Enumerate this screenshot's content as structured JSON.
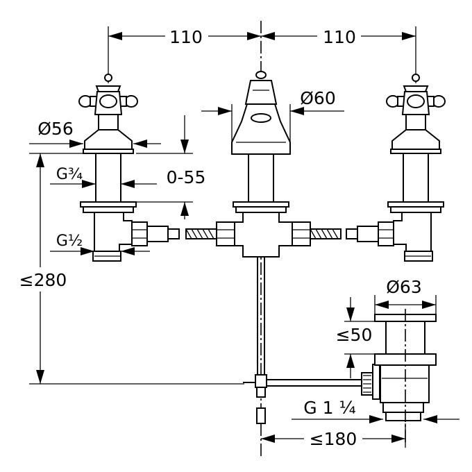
{
  "dimensions": {
    "left_spacing": "110",
    "right_spacing": "110",
    "spout_diameter": "Ø60",
    "handle_diameter": "Ø56",
    "thread_upper": "G¾",
    "adjust_range": "0-55",
    "thread_lower": "G½",
    "max_height": "≤280",
    "waste_diameter": "Ø63",
    "waste_height": "≤50",
    "waste_thread": "G 1 ¼",
    "waste_distance": "≤180"
  }
}
